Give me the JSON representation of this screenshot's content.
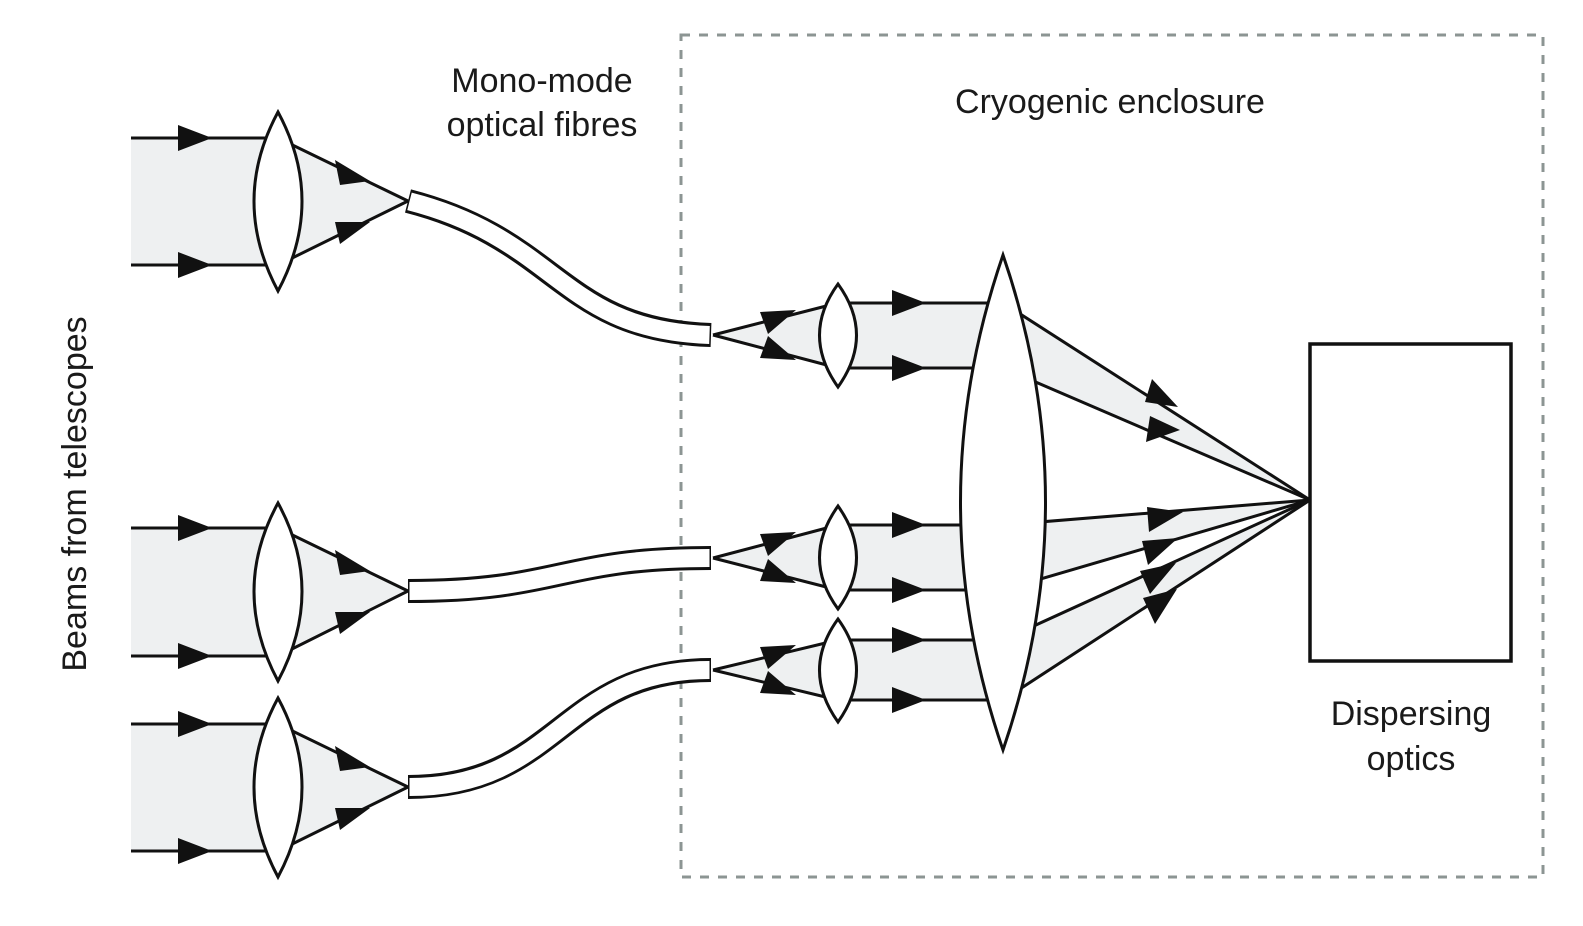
{
  "labels": {
    "fibres_line1": "Mono-mode",
    "fibres_line2": "optical fibres",
    "enclosure": "Cryogenic enclosure",
    "beams": "Beams from telescopes",
    "dispersing_line1": "Dispersing",
    "dispersing_line2": "optics"
  },
  "colors": {
    "beam_fill": "#eef0f1",
    "line": "#111111",
    "enclosure_dash": "#8c9593"
  },
  "structure": {
    "telescope_beams": 3,
    "input_lenses": 3,
    "fibres": 3,
    "collimating_lenses": 3,
    "combining_lens": 1,
    "dispersing_optics": 1
  }
}
